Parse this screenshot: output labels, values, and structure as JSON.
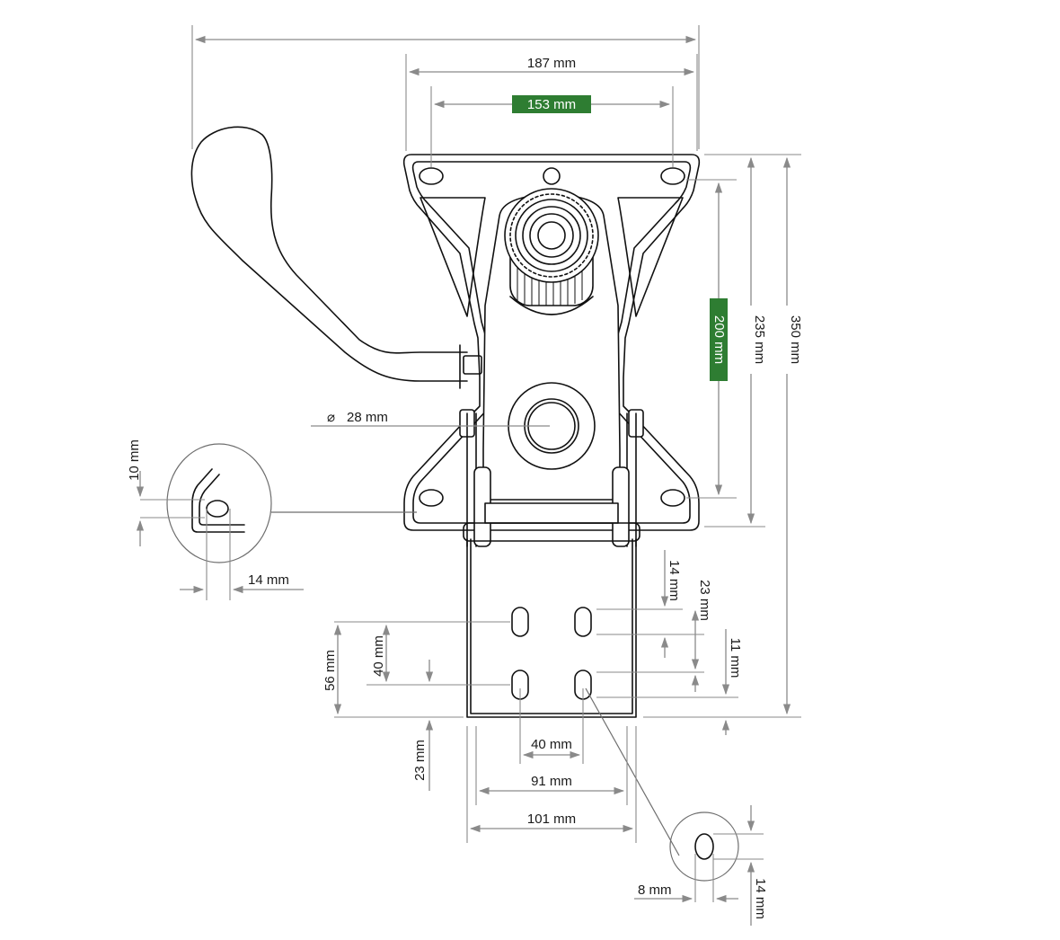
{
  "colors": {
    "line": "#111111",
    "dimension": "#8a8a8a",
    "highlight_bg": "#2e7d32",
    "highlight_text": "#ffffff"
  },
  "dimensions": {
    "width_187": "187 mm",
    "width_153": "153 mm",
    "height_200": "200 mm",
    "height_235": "235 mm",
    "height_350": "350 mm",
    "diameter_28": "28 mm",
    "slot_14_left": "14 mm",
    "slot_10": "10 mm",
    "bracket_14": "14 mm",
    "bracket_23": "23 mm",
    "bracket_11": "11 mm",
    "bracket_56": "56 mm",
    "bracket_40_v": "40 mm",
    "bracket_23_bottom": "23 mm",
    "bracket_40_h": "40 mm",
    "bracket_91": "91 mm",
    "bracket_101": "101 mm",
    "slot_8": "8 mm",
    "slot_14_right": "14 mm"
  }
}
